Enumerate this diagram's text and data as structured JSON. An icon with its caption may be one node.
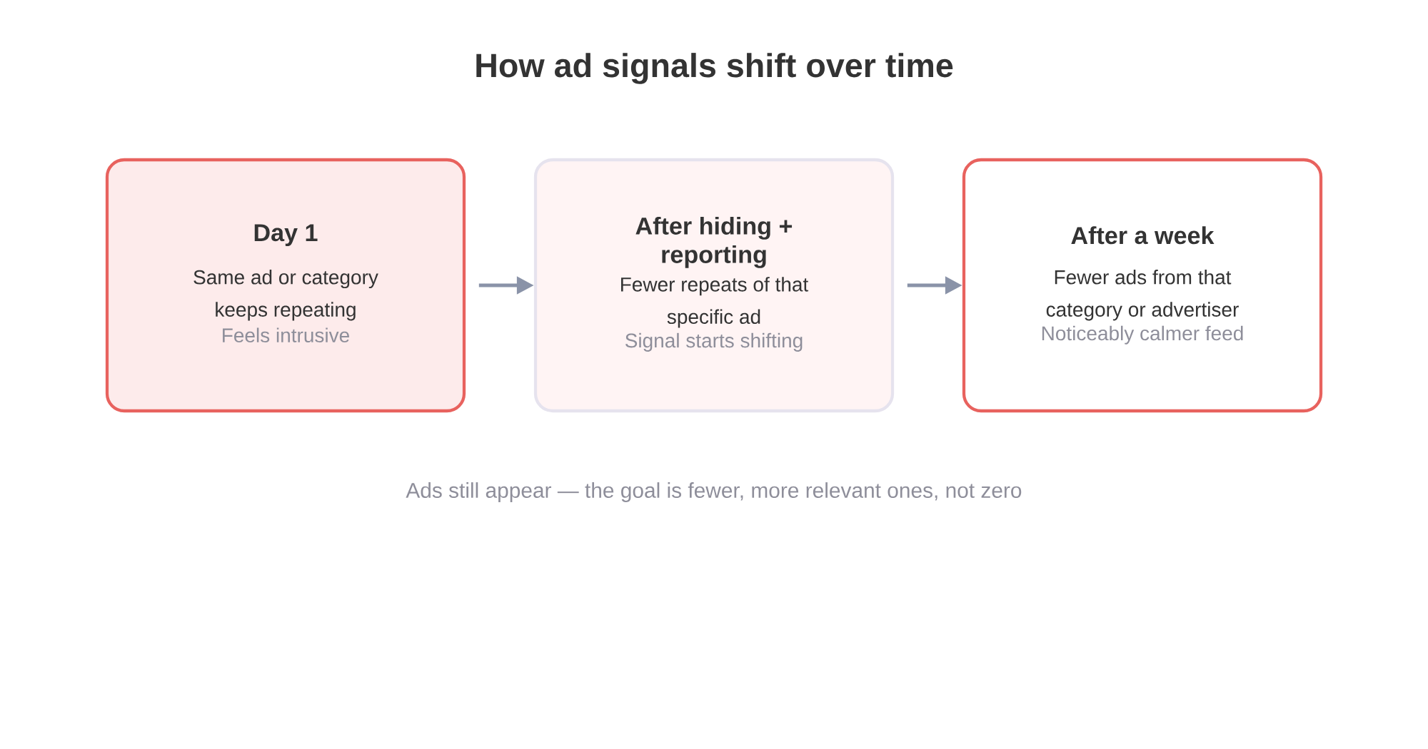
{
  "diagram": {
    "title": "How ad signals shift over time",
    "nodes": [
      {
        "text": [
          "Day 1",
          "Same ad or category keeps repeating",
          "Feels intrusive"
        ]
      },
      {
        "text": [
          "After hiding + reporting",
          "Fewer repeats of that specific ad",
          "Signal starts shifting"
        ]
      },
      {
        "text": [
          "After a week",
          "Fewer ads from that category or advertiser",
          "Noticeably calmer feed"
        ]
      }
    ],
    "edges": [
      {
        "from": 0,
        "to": 1,
        "arrow": "to"
      },
      {
        "from": 1,
        "to": 2,
        "arrow": "to"
      }
    ],
    "caption": "Ads still appear — the goal is fewer, more relevant ones, not zero"
  }
}
